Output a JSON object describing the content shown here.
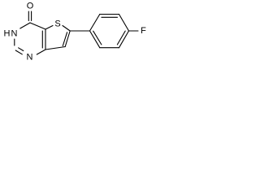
{
  "molecule": {
    "atoms": {
      "oxygen": "O",
      "sulfur": "S",
      "nitrogen_3h": "N",
      "hydrogen_3h": "H",
      "nitrogen_1": "N",
      "fluorine": "F"
    }
  }
}
